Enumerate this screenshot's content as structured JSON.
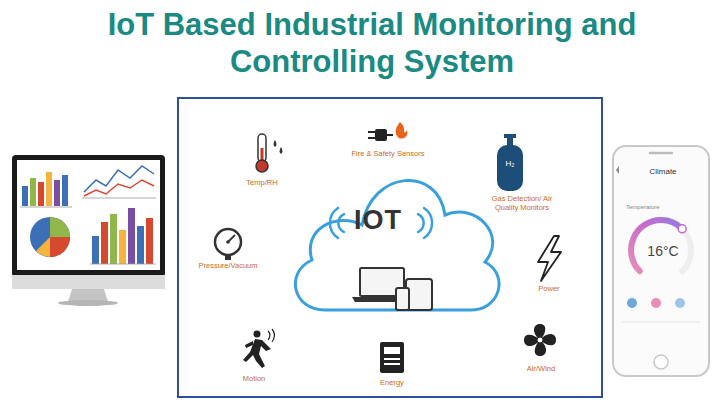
{
  "diagram": {
    "title": "IoT Based Industrial Monitoring and Controlling System",
    "nodes": [
      {
        "text": [
          "IOT"
        ]
      },
      {
        "text": [
          "Climate",
          "Temperature",
          "16°C"
        ]
      }
    ],
    "labels": [
      "Temp/RH",
      "Fire & Safety Sensors",
      "Gas Detection/ Air Quality Monitors",
      "Pressure/Vacuum",
      "Power",
      "Motion",
      "Energy",
      "Air/Wind",
      "H₂"
    ]
  }
}
